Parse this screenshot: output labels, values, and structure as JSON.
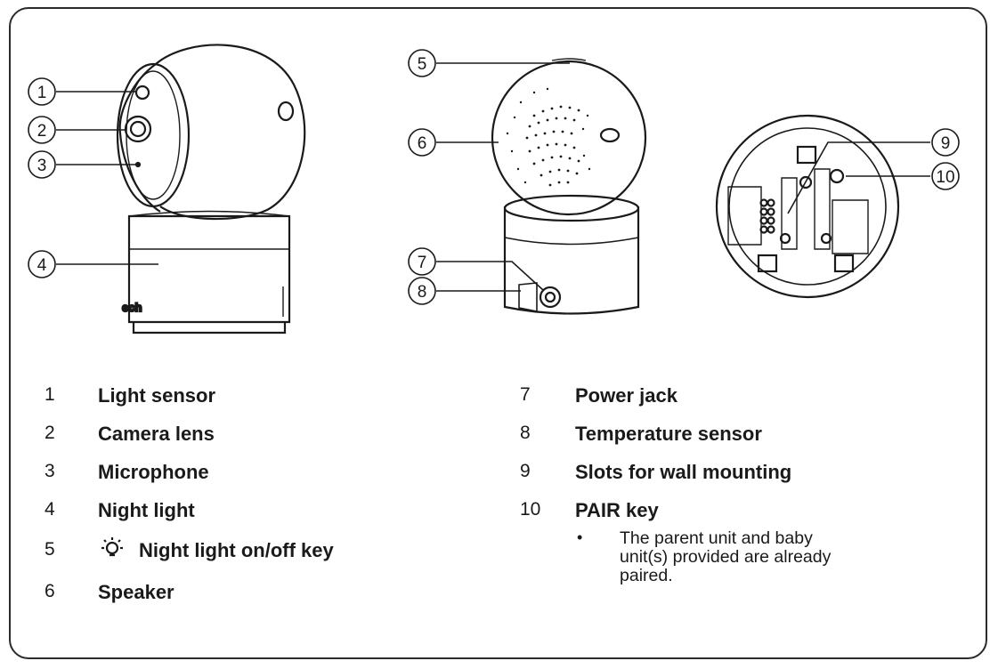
{
  "callouts": [
    "1",
    "2",
    "3",
    "4",
    "5",
    "6",
    "7",
    "8",
    "9",
    "10"
  ],
  "brand_fragment": "ech",
  "items_left": [
    {
      "num": "1",
      "label": "Light sensor"
    },
    {
      "num": "2",
      "label": "Camera lens"
    },
    {
      "num": "3",
      "label": "Microphone"
    },
    {
      "num": "4",
      "label": "Night light"
    },
    {
      "num": "5",
      "label": "Night light on/off key",
      "icon": "night-light-icon"
    },
    {
      "num": "6",
      "label": "Speaker"
    }
  ],
  "items_right": [
    {
      "num": "7",
      "label": "Power jack"
    },
    {
      "num": "8",
      "label": "Temperature sensor"
    },
    {
      "num": "9",
      "label": "Slots for wall mounting"
    },
    {
      "num": "10",
      "label": "PAIR key"
    }
  ],
  "note": {
    "bullet": "•",
    "text_lines": [
      "The parent unit and baby",
      "unit(s) provided are already",
      "paired."
    ]
  }
}
